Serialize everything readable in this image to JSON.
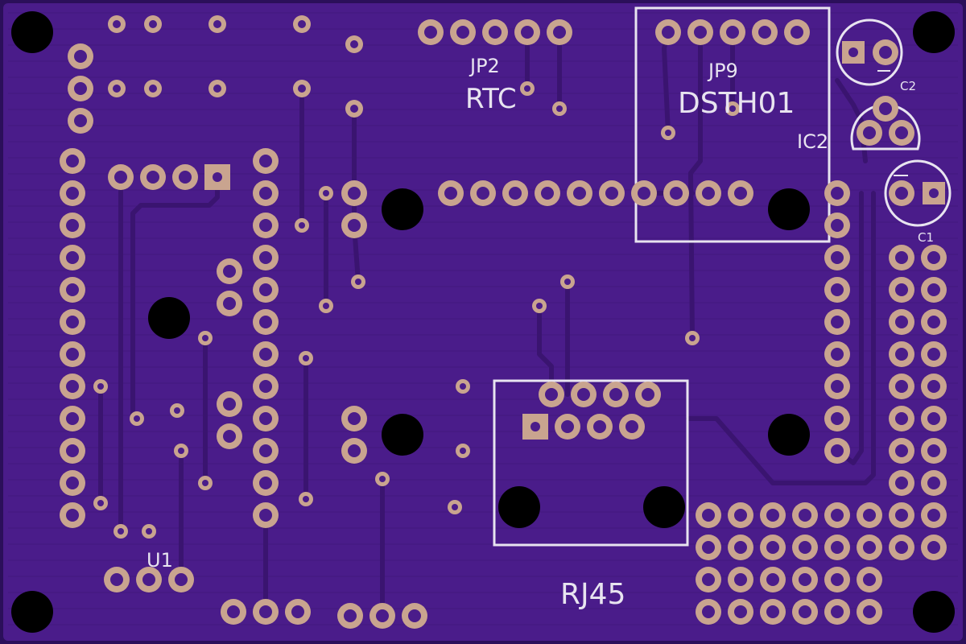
{
  "board": {
    "colors": {
      "substrate": "#4a1c8a",
      "edge": "#2b0f5a",
      "trace": "#3a1470",
      "pad": "#c9a48f",
      "hole": "#000000",
      "silkscreen": "#e8e4f0"
    }
  },
  "labels": {
    "jp2": "JP2",
    "rtc": "RTC",
    "jp9": "JP9",
    "dsth01": "DSTH01",
    "ic2": "IC2",
    "c2": "C2",
    "c1": "C1",
    "u1": "U1",
    "rj45": "RJ45"
  }
}
